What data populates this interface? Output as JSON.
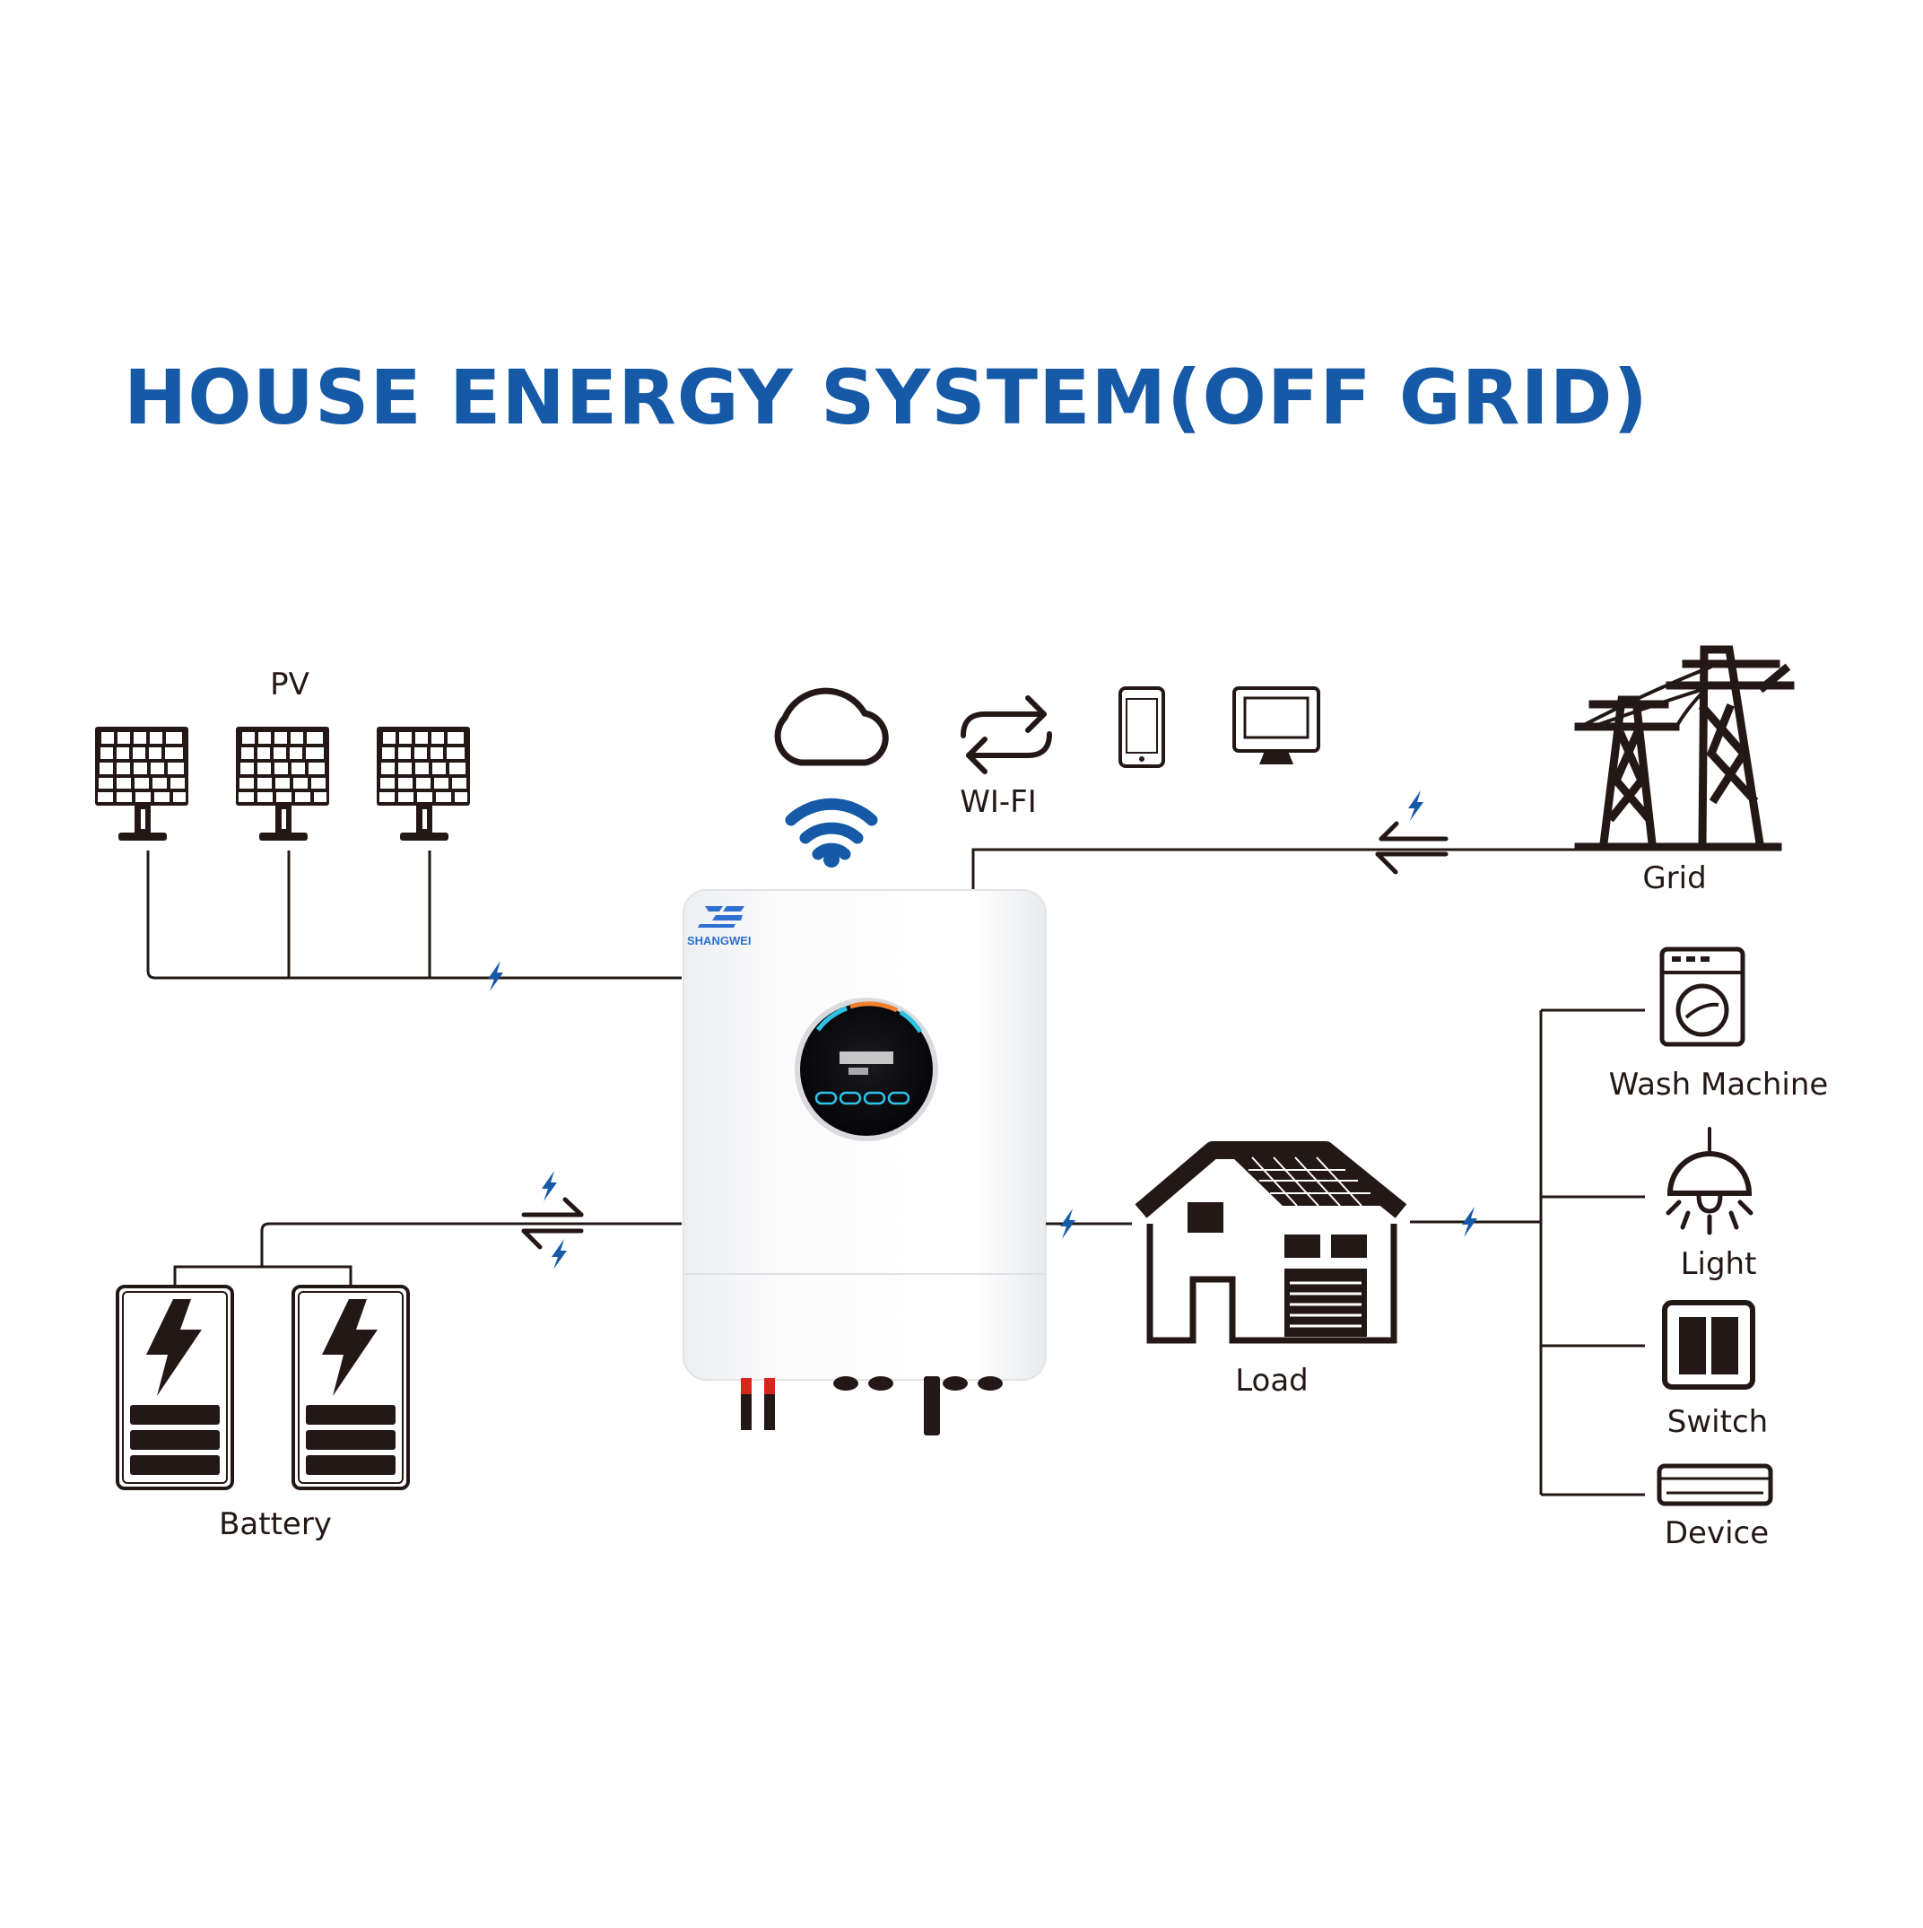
{
  "title": "HOUSE ENERGY SYSTEM(OFF GRID)",
  "brand": {
    "name": "SHANGWEI"
  },
  "labels": {
    "pv": "PV",
    "wifi": "WI-FI",
    "grid": "Grid",
    "battery": "Battery",
    "load": "Load",
    "wash_machine": "Wash Machine",
    "light": "Light",
    "switch": "Switch",
    "device": "Device"
  },
  "colors": {
    "title": "#1559a7",
    "bolt": "#1559a7",
    "line": "#231815",
    "display_arc_orange": "#f08030",
    "display_arc_cyan": "#2ec3e6"
  },
  "icons": [
    "solar-panel-icon",
    "cloud-icon",
    "wifi-icon",
    "sync-arrows-icon",
    "phone-icon",
    "monitor-icon",
    "power-tower-icon",
    "battery-icon",
    "house-icon",
    "washing-machine-icon",
    "lamp-icon",
    "switch-icon",
    "air-conditioner-icon",
    "bolt-icon"
  ]
}
